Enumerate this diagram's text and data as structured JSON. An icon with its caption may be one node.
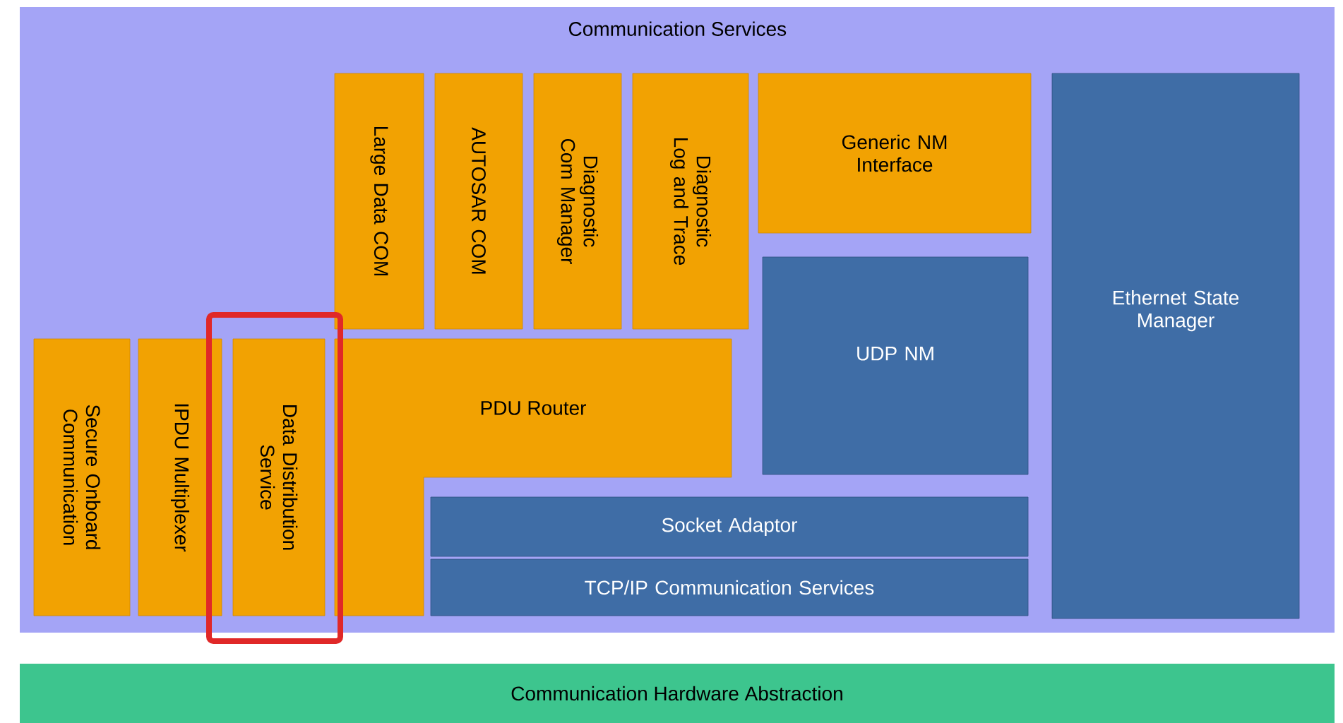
{
  "diagram": {
    "nodes": [
      {
        "text": [
          "Communication Services"
        ]
      },
      {
        "text": [
          "Large Data COM"
        ],
        "in": 0
      },
      {
        "text": [
          "AUTOSAR COM"
        ],
        "in": 0
      },
      {
        "text": [
          "Diagnostic Com Manager"
        ],
        "in": 0
      },
      {
        "text": [
          "Diagnostic Log and Trace"
        ],
        "in": 0
      },
      {
        "text": [
          "Generic NM Interface"
        ],
        "in": 0
      },
      {
        "text": [
          "UDP NM"
        ],
        "in": 0
      },
      {
        "text": [
          "Ethernet State Manager"
        ],
        "in": 0
      },
      {
        "text": [
          "Secure Onboard Communication"
        ],
        "in": 0
      },
      {
        "text": [
          "IPDU Multiplexer"
        ],
        "in": 0
      },
      {
        "text": [
          "Data Distribution Service"
        ],
        "in": 0
      },
      {
        "text": [
          "PDU Router"
        ],
        "in": 0
      },
      {
        "text": [
          "Socket Adaptor"
        ],
        "in": 0
      },
      {
        "text": [
          "TCP/IP Communication Services"
        ],
        "in": 0
      },
      {
        "text": [
          "Communication Hardware Abstraction"
        ]
      }
    ]
  }
}
